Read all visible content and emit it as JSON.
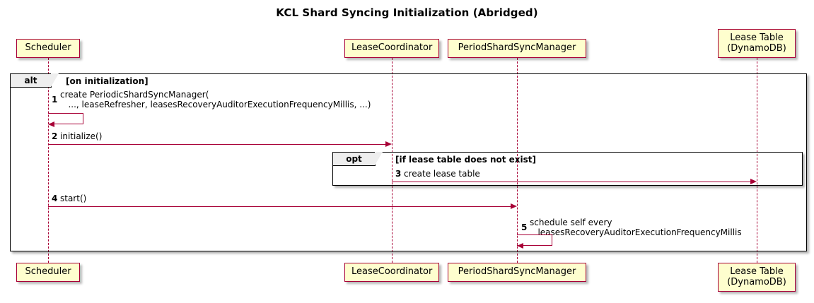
{
  "diagram": {
    "title": "KCL Shard Syncing Initialization (Abridged)",
    "type": "sequence-diagram"
  },
  "participants": [
    {
      "id": "scheduler",
      "label": "Scheduler"
    },
    {
      "id": "leasecoordinator",
      "label": "LeaseCoordinator"
    },
    {
      "id": "periodshardsyncmanager",
      "label": "PeriodShardSyncManager"
    },
    {
      "id": "leasetable",
      "label": "Lease Table\n(DynamoDB)"
    }
  ],
  "fragments": [
    {
      "id": "alt",
      "operator": "alt",
      "guard": "[on initialization]"
    },
    {
      "id": "opt",
      "operator": "opt",
      "guard": "[if lease table does not exist]"
    }
  ],
  "messages": [
    {
      "seq": "1",
      "from": "scheduler",
      "to": "scheduler",
      "kind": "self",
      "label": "create PeriodicShardSyncManager(\n   ..., leaseRefresher, leasesRecoveryAuditorExecutionFrequencyMillis, ...)"
    },
    {
      "seq": "2",
      "from": "scheduler",
      "to": "leasecoordinator",
      "kind": "call",
      "label": "initialize()"
    },
    {
      "seq": "3",
      "from": "leasecoordinator",
      "to": "leasetable",
      "kind": "call",
      "label": "create lease table"
    },
    {
      "seq": "4",
      "from": "scheduler",
      "to": "periodshardsyncmanager",
      "kind": "call",
      "label": "start()"
    },
    {
      "seq": "5",
      "from": "periodshardsyncmanager",
      "to": "periodshardsyncmanager",
      "kind": "self",
      "label": "schedule self every\n   leasesRecoveryAuditorExecutionFrequencyMillis"
    }
  ],
  "colors": {
    "participant_fill": "#FEFECE",
    "participant_border": "#A80036",
    "arrow": "#A80036",
    "fragment_border": "#000000",
    "fragment_label_fill": "#EEEEEE",
    "background": "#FFFFFF"
  }
}
